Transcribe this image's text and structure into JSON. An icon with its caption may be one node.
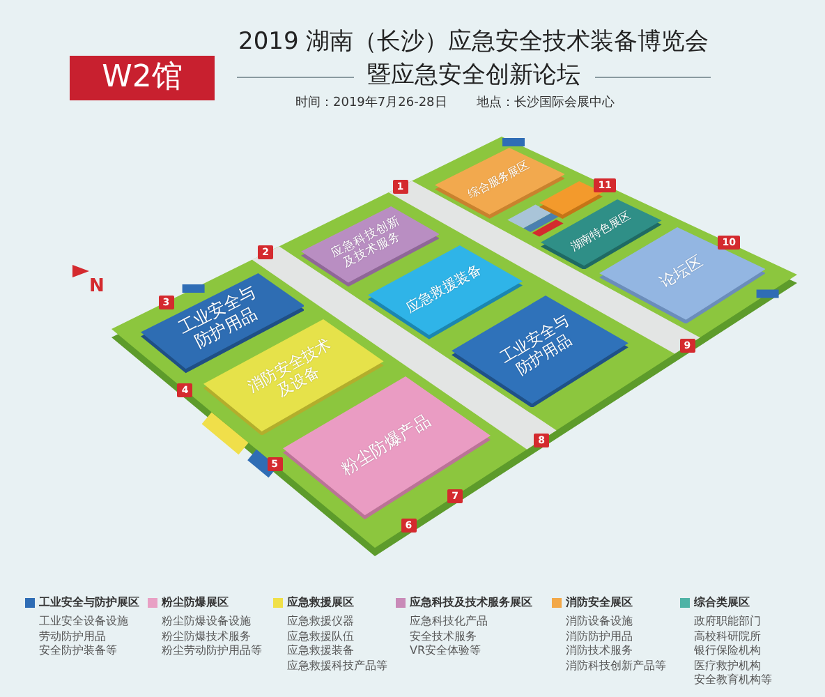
{
  "diagram": {
    "title": "2019 湖南（长沙）应急安全技术装备博览会",
    "nodes": [
      {
        "text": [
          "综合服务展区"
        ]
      },
      {
        "text": [],
        "shape": "box"
      },
      {
        "text": [
          "应急科技创新及技术服务"
        ]
      },
      {
        "text": [
          "湖南特色展区"
        ]
      },
      {
        "text": [
          "应急救援装备"
        ]
      },
      {
        "text": [
          "论坛区"
        ]
      },
      {
        "text": [
          "工业安全与防护用品"
        ]
      },
      {
        "text": [
          "消防安全技术及设备"
        ]
      },
      {
        "text": [
          "工业安全与防护用品"
        ]
      },
      {
        "text": [
          "粉尘防爆产品"
        ]
      }
    ],
    "labels": [
      "W2馆",
      "暨应急安全创新论坛",
      "时间：2019年7月26-28日",
      "地点：长沙国际会展中心",
      "N",
      "1",
      "2",
      "3",
      "4",
      "5",
      "6",
      "7",
      "8",
      "9",
      "10",
      "11",
      "工业安全设备设施",
      "劳动防护用品",
      "安全防护装备等",
      "粉尘防爆设备设施",
      "粉尘防爆技术服务",
      "粉尘劳动防护用品等",
      "应急救援仪器",
      "应急救援队伍",
      "应急救援装备",
      "应急救援科技产品等",
      "应急科技化产品",
      "安全技术服务",
      "VR安全体验等",
      "消防设备设施",
      "消防防护用品",
      "消防技术服务",
      "消防科技创新产品等",
      "政府职能部门",
      "高校科研院所",
      "银行保险机构",
      "医疗救护机构",
      "安全教育机构等"
    ],
    "legend": [
      {
        "text": "工业安全与防护展区",
        "color": "#2f6db5"
      },
      {
        "text": "粉尘防爆展区",
        "color": "#e8a0c4"
      },
      {
        "text": "应急救援展区",
        "color": "#f0e048"
      },
      {
        "text": "应急科技及技术服务展区",
        "color": "#c98ab8"
      },
      {
        "text": "消防安全展区",
        "color": "#f2a848"
      },
      {
        "text": "综合类展区",
        "color": "#4fb3a6"
      }
    ]
  }
}
